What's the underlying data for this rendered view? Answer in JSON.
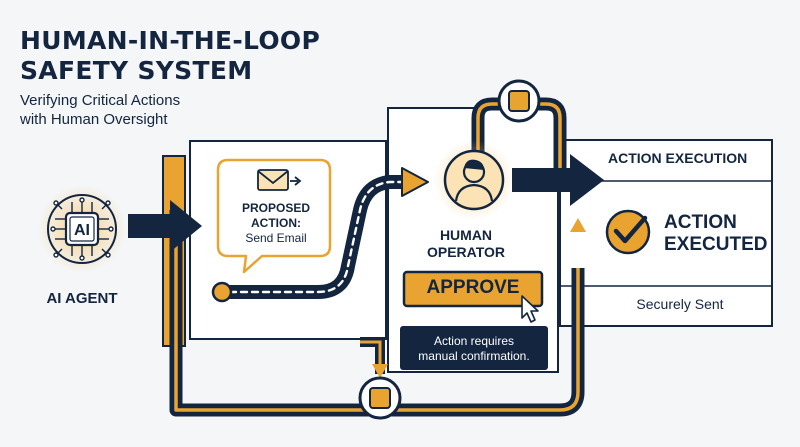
{
  "header": {
    "title_lines": [
      "HUMAN-IN-THE-LOOP",
      "SAFETY SYSTEM"
    ],
    "subtitle_lines": [
      "Verifying Critical Actions",
      "with Human Oversight"
    ]
  },
  "agent": {
    "chip_text": "AI",
    "label": "AI AGENT"
  },
  "proposal": {
    "lines": [
      "PROPOSED",
      "ACTION:",
      "Send Email"
    ],
    "icon": "envelope-icon"
  },
  "operator": {
    "label_lines": [
      "HUMAN",
      "OPERATOR"
    ],
    "icon": "person-icon",
    "approve_label": "APPROVE",
    "note_lines": [
      "Action requires",
      "manual confirmation."
    ]
  },
  "execution": {
    "header": "ACTION EXECUTION",
    "status_lines": [
      "ACTION",
      "EXECUTED"
    ],
    "footer": "Securely Sent",
    "icon": "checkmark-icon"
  },
  "colors": {
    "navy": "#13253f",
    "accent": "#e8a331",
    "panel": "#ffffff",
    "background": "#f4f6f8"
  }
}
